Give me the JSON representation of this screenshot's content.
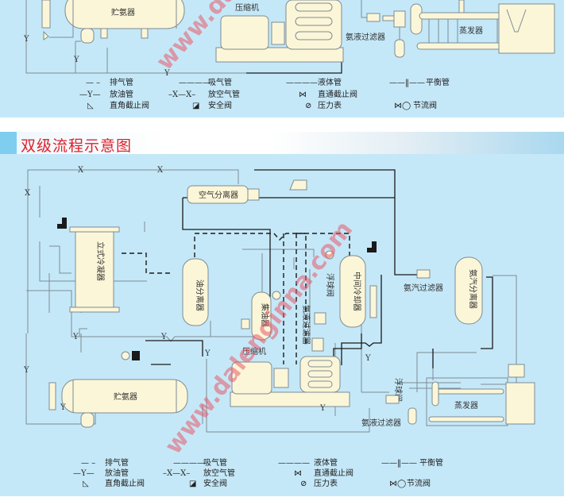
{
  "section_title": "双级流程示意图",
  "watermark": "www.dalenginna.com",
  "colors": {
    "panel_bg": "#c5e8f8",
    "equipment_fill": "#fcf6d8",
    "pipe": "#7d8c93",
    "bold_pipe": "#1a1a1a",
    "title_red": "#e0202a",
    "title_accent": "#7fcdef",
    "watermark": "#e85a6a"
  },
  "top_diagram": {
    "labels": {
      "receiver": "贮氨器",
      "compressor": "压缩机",
      "liquid_filter": "氨液过滤器",
      "evaporator": "蒸发器",
      "oil_pipe_marker": "Y"
    }
  },
  "bottom_diagram": {
    "labels": {
      "air_separator": "空气分离器",
      "vertical_condenser": "立式冷凝器",
      "oil_separator": "油分离器",
      "oil_collector": "集油器",
      "liquid_filter_vertical": "氨液过滤器",
      "float_valve_1": "浮球阀",
      "intercooler": "中间冷却器",
      "vapor_filter": "氨汽过滤器",
      "vapor_separator": "氨汽分离器",
      "receiver": "贮氨器",
      "compressor": "压缩机",
      "float_valve_2": "浮球阀",
      "liquid_filter": "氨液过滤器",
      "evaporator": "蒸发器",
      "oil_pipe_marker": "Y",
      "vent_pipe_marker": "X"
    }
  },
  "legend": [
    {
      "symbol": "— –",
      "label": "排气管"
    },
    {
      "symbol": "————",
      "label": "吸气管"
    },
    {
      "symbol": "————",
      "label": "液体管"
    },
    {
      "symbol": "——‖——",
      "label": "平衡管"
    },
    {
      "symbol": "—Y—",
      "label": "放油管"
    },
    {
      "symbol": "–X—X–",
      "label": "放空气管"
    },
    {
      "symbol": "⋈",
      "label": "直通截止阀"
    },
    {
      "symbol": "◺",
      "label": "直角截止阀"
    },
    {
      "symbol": "◪",
      "label": "安全阀"
    },
    {
      "symbol": "⊘",
      "label": "压力表"
    },
    {
      "symbol": "⋈◯",
      "label": "节流阀"
    }
  ]
}
